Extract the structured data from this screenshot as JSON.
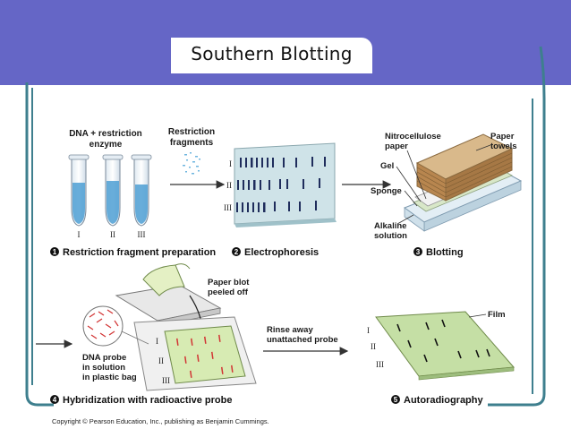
{
  "slide": {
    "title": "Southern Blotting"
  },
  "colors": {
    "banner": "#6566c6",
    "frame": "#3e7f8e",
    "gel": "#cfe3e8",
    "band": "#1f2d5c",
    "film": "#c5dfa5",
    "nitrocellulose": "#b8864f"
  },
  "panel1": {
    "header_line1": "DNA + restriction",
    "header_line2": "enzyme",
    "tubes": [
      "I",
      "II",
      "III"
    ],
    "caption_num": "1",
    "caption": "Restriction fragment preparation"
  },
  "panel2": {
    "header_line1": "Restriction",
    "header_line2": "fragments",
    "lanes": [
      "I",
      "II",
      "III"
    ],
    "caption_num": "2",
    "caption": "Electrophoresis"
  },
  "panel3": {
    "nitro_line1": "Nitrocellulose",
    "nitro_line2": "paper",
    "towels_line1": "Paper",
    "towels_line2": "towels",
    "gel": "Gel",
    "sponge": "Sponge",
    "alk_line1": "Alkaline",
    "alk_line2": "solution",
    "caption_num": "3",
    "caption": "Blotting"
  },
  "panel4": {
    "peel_line1": "Paper blot",
    "peel_line2": "peeled off",
    "probe_line1": "DNA probe",
    "probe_line2": "in solution",
    "probe_line3": "in plastic bag",
    "lanes": [
      "I",
      "II",
      "III"
    ],
    "caption_num": "4",
    "caption": "Hybridization with radioactive probe"
  },
  "arrow45": {
    "line1": "Rinse away",
    "line2": "unattached probe"
  },
  "panel5": {
    "film": "Film",
    "lanes": [
      "I",
      "II",
      "III"
    ],
    "caption_num": "5",
    "caption": "Autoradiography"
  },
  "copyright": "Copyright © Pearson Education, Inc., publishing as Benjamin Cummings."
}
